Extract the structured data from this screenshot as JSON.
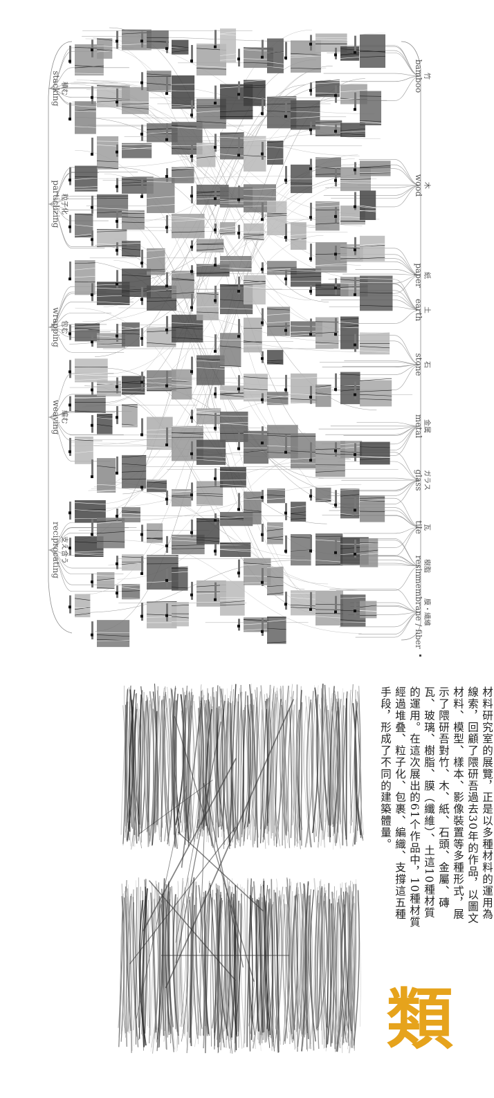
{
  "diagram": {
    "methods": [
      {
        "kanji": "積む",
        "label": "stacking"
      },
      {
        "kanji": "粒子化",
        "label": "particlizing"
      },
      {
        "kanji": "包む",
        "label": "wrapping"
      },
      {
        "kanji": "編む",
        "label": "weaving"
      },
      {
        "kanji": "支え合う",
        "label": "reciprocating"
      }
    ],
    "materials": [
      {
        "kanji": "竹",
        "label": "bamboo"
      },
      {
        "kanji": "木",
        "label": "wood"
      },
      {
        "kanji": "紙",
        "label": "paper"
      },
      {
        "kanji": "土",
        "label": "earth"
      },
      {
        "kanji": "石",
        "label": "stone"
      },
      {
        "kanji": "金属",
        "label": "metal"
      },
      {
        "kanji": "ガラス",
        "label": "glass"
      },
      {
        "kanji": "瓦",
        "label": "tile"
      },
      {
        "kanji": "樹脂",
        "label": "resin"
      },
      {
        "kanji": "膜・繊維",
        "label": "membrane / fiber"
      }
    ]
  },
  "article": {
    "paragraph": "材料研究室的展覽，正是以多種材料的運用為線索，回顧了隈研吾過去30年的作品，以圖文材料、模型、樣本、影像裝置等多種形式，展示了隈研吾對竹、木、紙、石頭、金屬、磚瓦、玻璃、樹脂、膜（纖維）、土這10種材質的運用。在這次展出的61个作品中，10種材質經過堆叠、粒子化、包裹、編織、支撐這五種手段，形成了不同的建築體量。",
    "section_char": "類",
    "accent_color": "#e6a31c"
  }
}
